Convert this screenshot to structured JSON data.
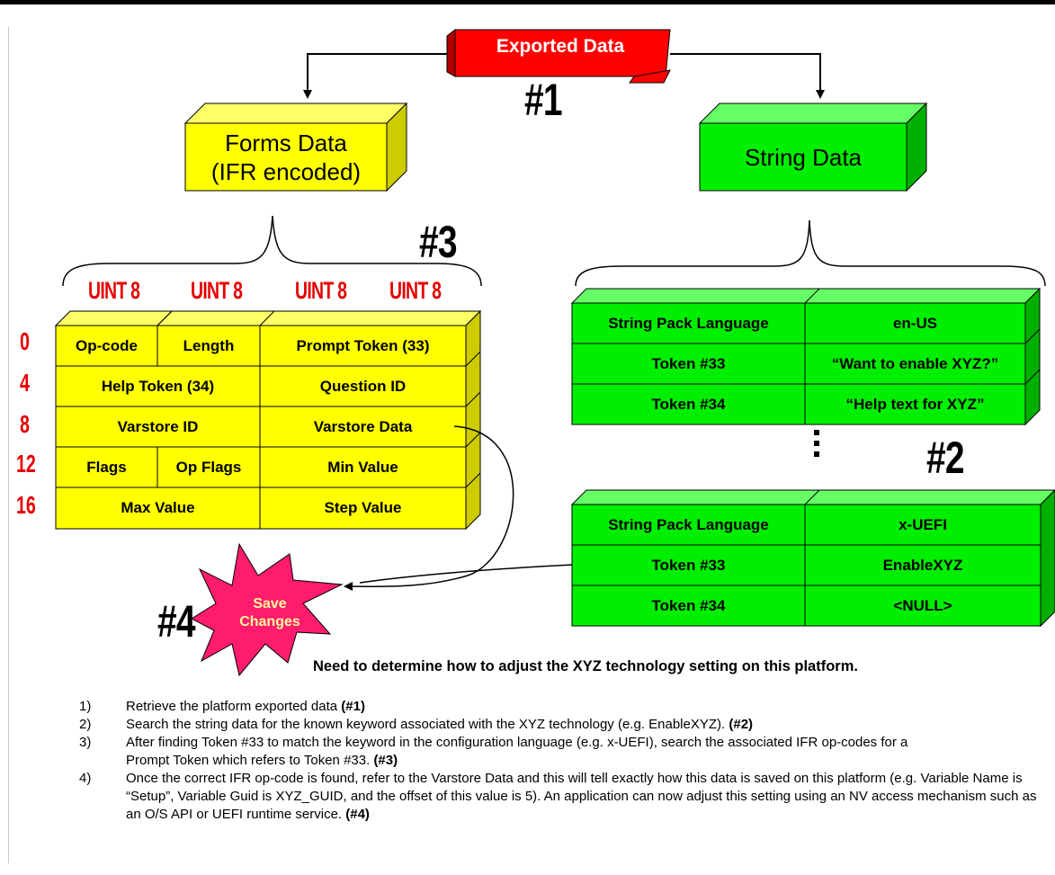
{
  "exported": {
    "label": "Exported Data",
    "number": "#1"
  },
  "forms": {
    "title_line1": "Forms Data",
    "title_line2": "(IFR encoded)",
    "number": "#3",
    "uint_labels": [
      "UINT 8",
      "UINT 8",
      "UINT 8",
      "UINT 8"
    ],
    "offsets": [
      "0",
      "4",
      "8",
      "12",
      "16"
    ],
    "rows": [
      [
        "Op-code",
        "Length",
        "Prompt Token (33)"
      ],
      [
        "Help Token (34)",
        "Question ID"
      ],
      [
        "Varstore ID",
        "Varstore Data"
      ],
      [
        "Flags",
        "Op Flags",
        "Min Value"
      ],
      [
        "Max Value",
        "Step Value"
      ]
    ]
  },
  "strings": {
    "title": "String Data",
    "number": "#2",
    "ellipsis": ":",
    "table1": [
      [
        "String Pack Language",
        "en-US"
      ],
      [
        "Token #33",
        "“Want to enable XYZ?”"
      ],
      [
        "Token #34",
        "“Help text for XYZ”"
      ]
    ],
    "table2": [
      [
        "String Pack Language",
        "x-UEFI"
      ],
      [
        "Token #33",
        "EnableXYZ"
      ],
      [
        "Token #34",
        "<NULL>"
      ]
    ]
  },
  "save": {
    "line1": "Save",
    "line2": "Changes",
    "number": "#4"
  },
  "caption": "Need to determine how to adjust the XYZ technology setting on this platform.",
  "steps": [
    {
      "n": "1)",
      "text": "Retrieve the platform exported data ",
      "ref": "(#1)"
    },
    {
      "n": "2)",
      "text": "Search the string data for the known keyword associated with the XYZ technology (e.g. EnableXYZ).  ",
      "ref": "(#2)"
    },
    {
      "n": "3)",
      "text": "After finding Token #33 to match the keyword in the configuration language (e.g. x-UEFI), search the associated IFR op-codes for a Prompt Token which refers to Token #33. ",
      "ref": "(#3)"
    },
    {
      "n": "4)",
      "text": "Once the correct IFR op-code is found, refer to the Varstore Data and this will tell exactly how this data is saved on this platform (e.g. Variable Name is “Setup”, Variable Guid is XYZ_GUID, and the offset of this value is 5).  An application can now adjust this setting using an NV access mechanism such as an O/S API or UEFI runtime service.  ",
      "ref": "(#4)"
    }
  ],
  "colors": {
    "yellow": "#ffff00",
    "green": "#00ee00",
    "red": "#ff0000",
    "label_red": "#e60000",
    "burst": "#ff1c6e"
  }
}
